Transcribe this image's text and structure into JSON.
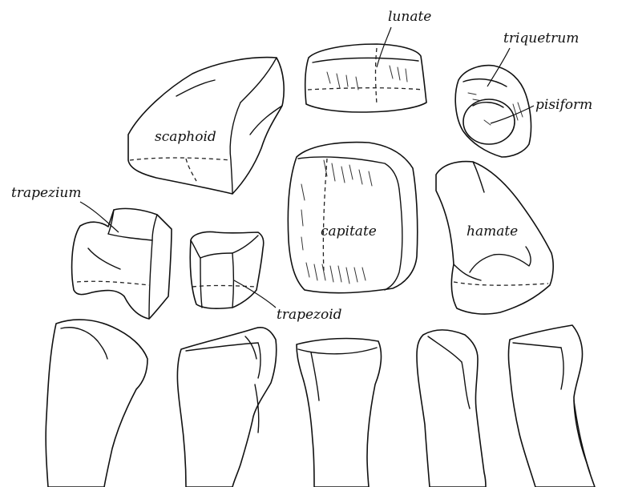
{
  "labels": {
    "lunate": "lunate",
    "triquetrum": "triquetrum",
    "pisiform": "pisiform",
    "scaphoid": "scaphoid",
    "trapezium": "trapezium",
    "capitate": "capitate",
    "hamate": "hamate",
    "trapezoid": "trapezoid"
  },
  "colors": {
    "ink": "#111111",
    "background": "#ffffff"
  }
}
